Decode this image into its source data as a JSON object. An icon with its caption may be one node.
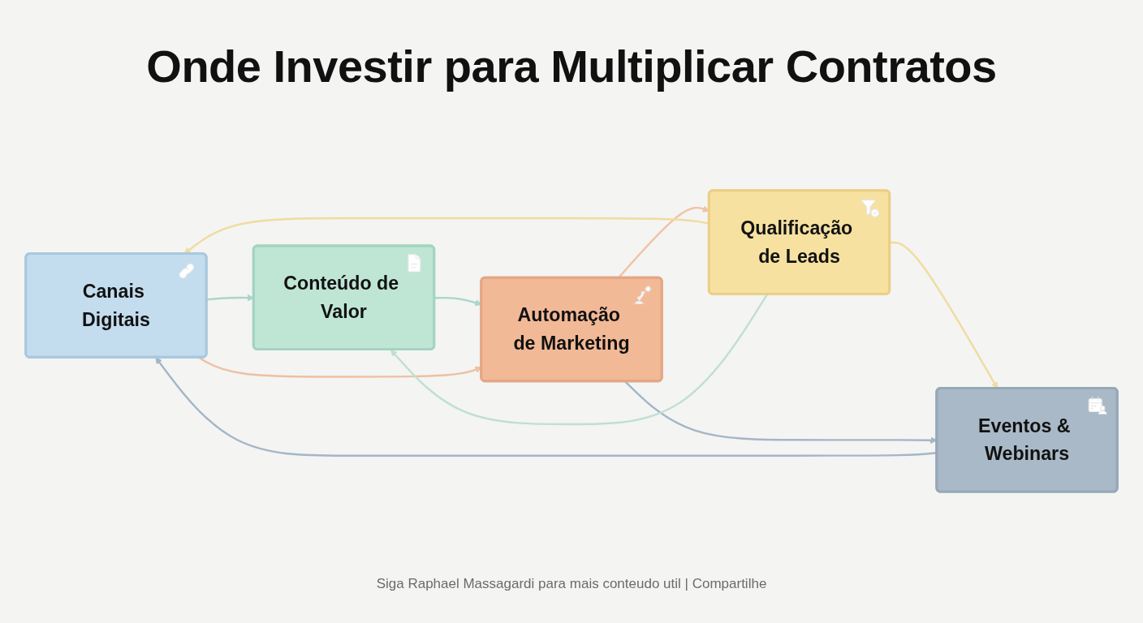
{
  "diagram": {
    "title": "Onde Investir para Multiplicar Contratos",
    "nodes": [
      {
        "text": [
          "Canais Digitais"
        ]
      },
      {
        "text": [
          "Eventos & Webinars"
        ]
      },
      {
        "text": [
          "Conteúdo de Valor"
        ]
      },
      {
        "text": [
          "Qualificação de Leads"
        ]
      },
      {
        "text": [
          "Automação de Marketing"
        ]
      }
    ],
    "edges": [
      {
        "from": 0,
        "to": 2,
        "arrow": "to",
        "color": "#a9d6cc"
      },
      {
        "from": 2,
        "to": 4,
        "arrow": "to",
        "color": "#a9d6cc"
      },
      {
        "from": 4,
        "to": 3,
        "arrow": "to",
        "color": "#f2c3a6"
      },
      {
        "from": 3,
        "to": 1,
        "arrow": "to",
        "color": "#f0dca0"
      },
      {
        "from": 1,
        "to": 0,
        "arrow": "to",
        "color": "#a4b6c6"
      },
      {
        "from": 0,
        "to": 4,
        "arrow": "to",
        "color": "#eec0a2"
      },
      {
        "from": 4,
        "to": 1,
        "arrow": "to",
        "color": "#a4b6c6"
      },
      {
        "from": 3,
        "to": 0,
        "arrow": "to",
        "color": "#f0dca0"
      },
      {
        "from": 3,
        "to": 2,
        "arrow": "to",
        "color": "#bfe0cf"
      }
    ],
    "caption": "Siga Raphael Massagardi para mais conteudo util | Compartilhe"
  }
}
